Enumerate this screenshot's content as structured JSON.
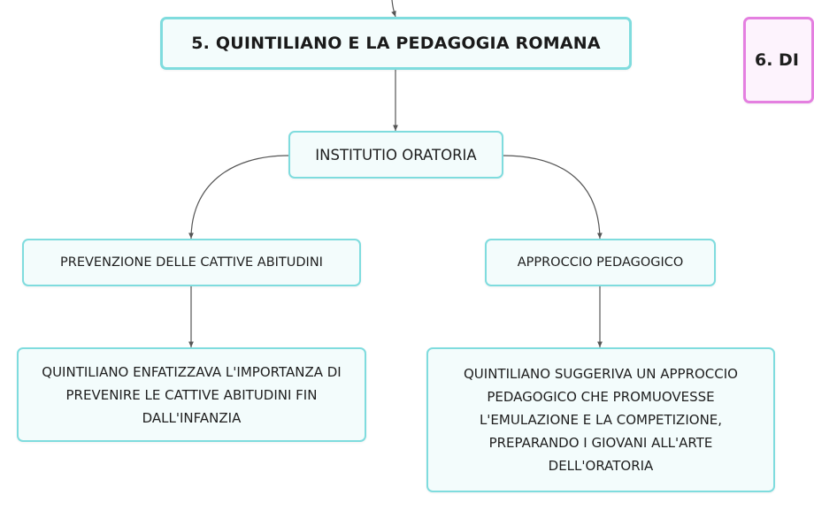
{
  "map": {
    "main_topic": "5. QUINTILIANO E LA PEDAGOGIA ROMANA",
    "next_topic_partial": "6. DI",
    "central_node": "INSTITUTIO ORATORIA",
    "left_branch": {
      "label": "PREVENZIONE DELLE CATTIVE ABITUDINI",
      "detail": "QUINTILIANO ENFATIZZAVA L'IMPORTANZA DI PREVENIRE LE CATTIVE ABITUDINI FIN DALL'INFANZIA"
    },
    "right_branch": {
      "label": "APPROCCIO PEDAGOGICO",
      "detail": "QUINTILIANO SUGGERIVA UN APPROCCIO PEDAGOGICO CHE PROMUOVESSE L'EMULAZIONE E LA COMPETIZIONE, PREPARANDO I GIOVANI ALL'ARTE DELL'ORATORIA"
    }
  },
  "colors": {
    "node_border": "#7fdcde",
    "node_fill": "#f3fcfc",
    "pink_border": "#e47fe0",
    "pink_fill": "#fdf3fd",
    "connector": "#555555"
  }
}
